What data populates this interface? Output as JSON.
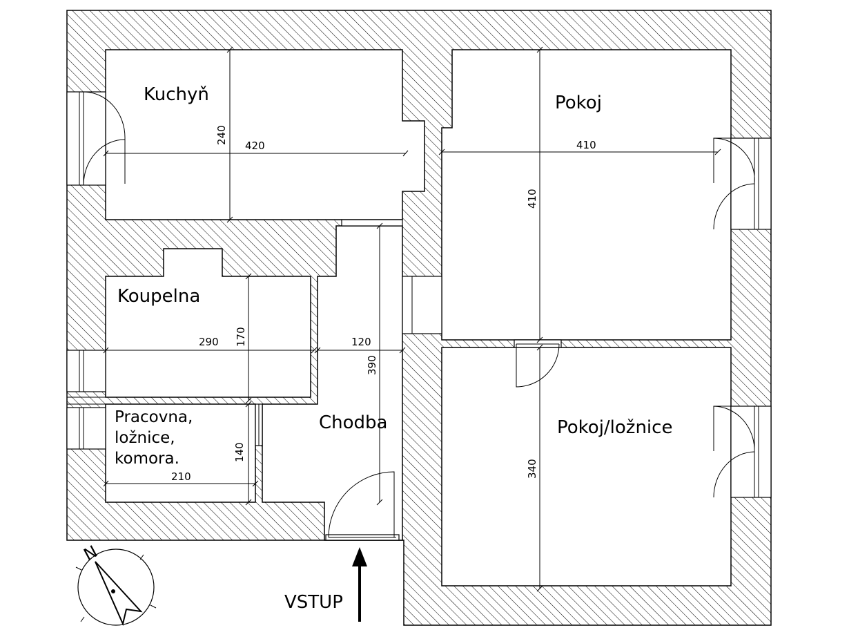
{
  "rooms": {
    "kitchen": "Kuchyň",
    "room": "Pokoj",
    "bathroom": "Koupelna",
    "hallway": "Chodba",
    "bedroom": "Pokoj/ložnice",
    "study_line1": "Pracovna,",
    "study_line2": "ložnice,",
    "study_line3": "komora."
  },
  "dimensions": {
    "kitchen_width": "420",
    "kitchen_depth": "240",
    "room_width": "410",
    "room_depth": "410",
    "bathroom_width": "290",
    "bathroom_depth": "170",
    "hallway_width": "120",
    "hallway_depth": "390",
    "study_width": "210",
    "study_depth": "140",
    "bedroom_depth": "340"
  },
  "entry_label": "VSTUP",
  "north_label": "N",
  "colors": {
    "line": "#000000",
    "background": "#ffffff"
  }
}
